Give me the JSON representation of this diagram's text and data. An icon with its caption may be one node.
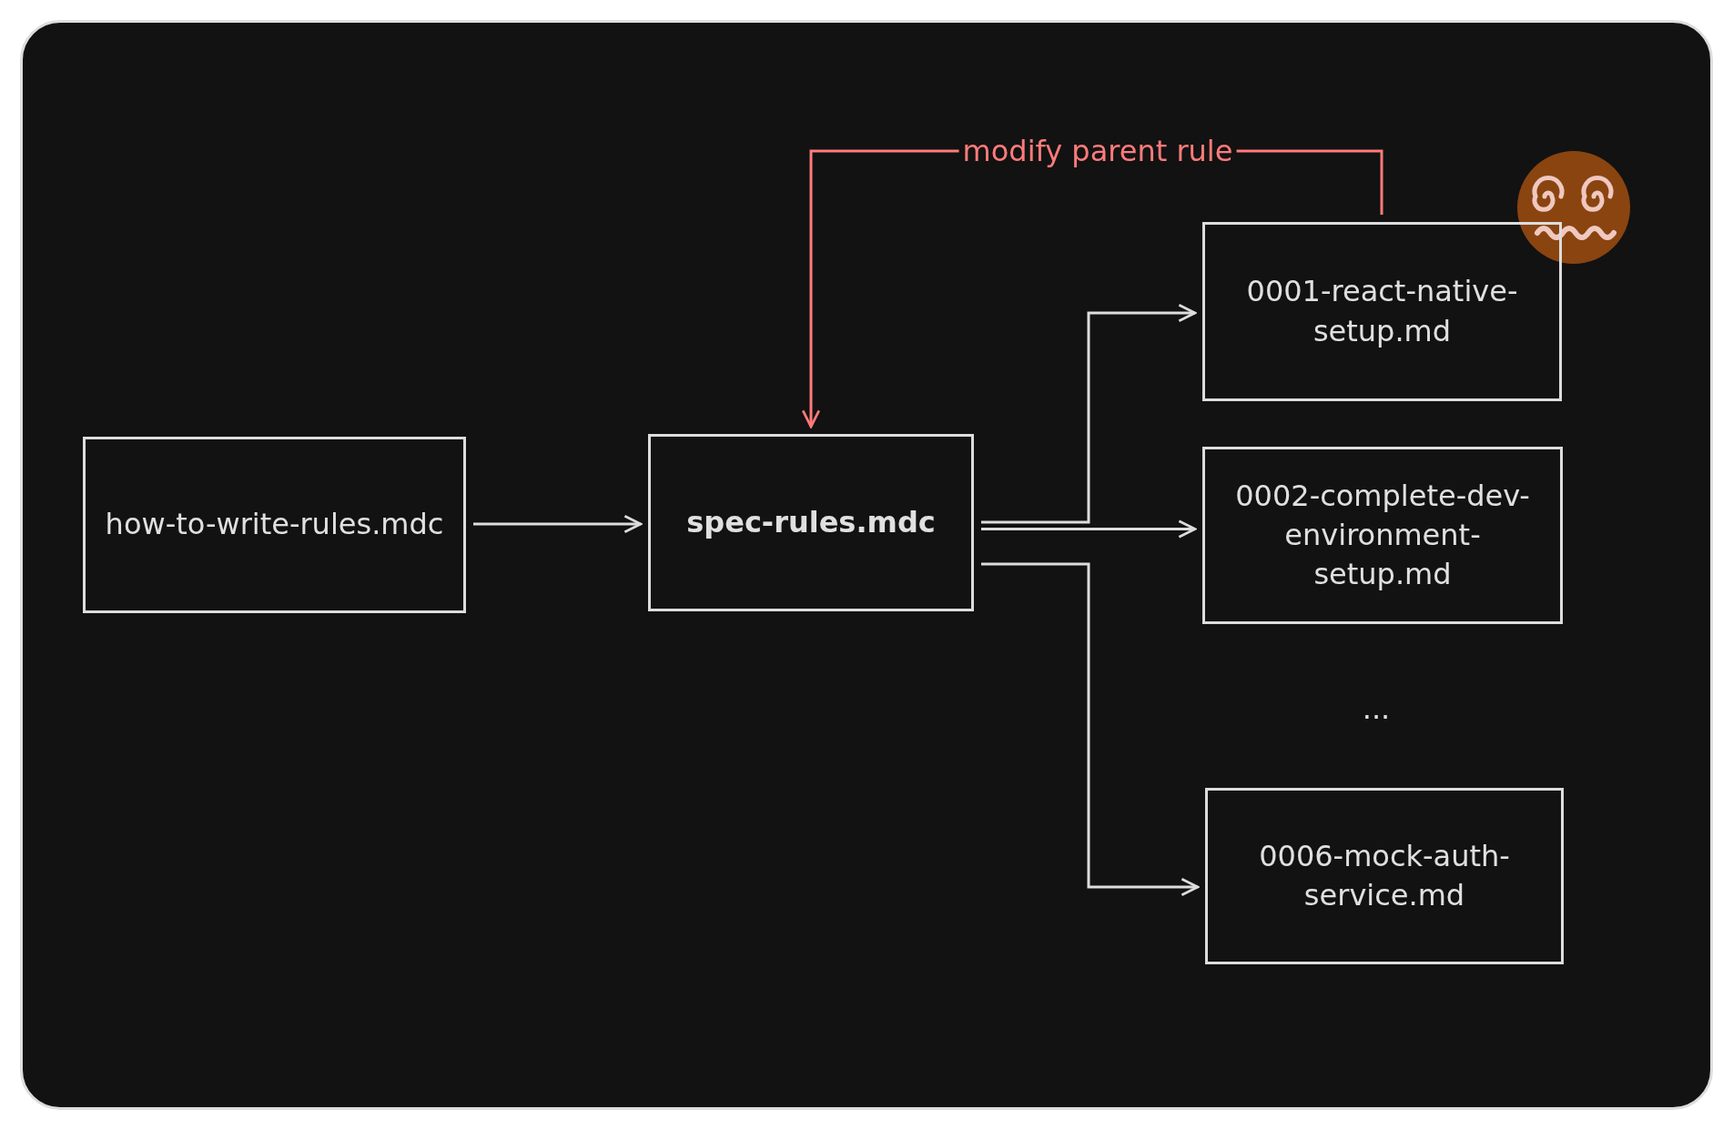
{
  "diagram": {
    "nodes": [
      {
        "text": [
          "how-to-write-rules.mdc"
        ]
      },
      {
        "text": [
          "spec-rules.mdc"
        ]
      },
      {
        "text": [
          "0001-react-native-setup.md"
        ]
      },
      {
        "text": [
          "0002-complete-dev-environment-setup.md"
        ]
      },
      {
        "text": [
          "0006-mock-auth-service.md"
        ]
      }
    ],
    "edges": [
      {
        "from": 0,
        "to": 1,
        "arrow": "to"
      },
      {
        "from": 1,
        "to": 2,
        "arrow": "to"
      },
      {
        "from": 1,
        "to": 3,
        "arrow": "to"
      },
      {
        "from": 1,
        "to": 4,
        "arrow": "to"
      },
      {
        "from": 2,
        "to": 1,
        "arrow": "to",
        "label": "modify parent rule",
        "color": "#ff7b7b"
      }
    ],
    "labels": [
      "..."
    ]
  }
}
